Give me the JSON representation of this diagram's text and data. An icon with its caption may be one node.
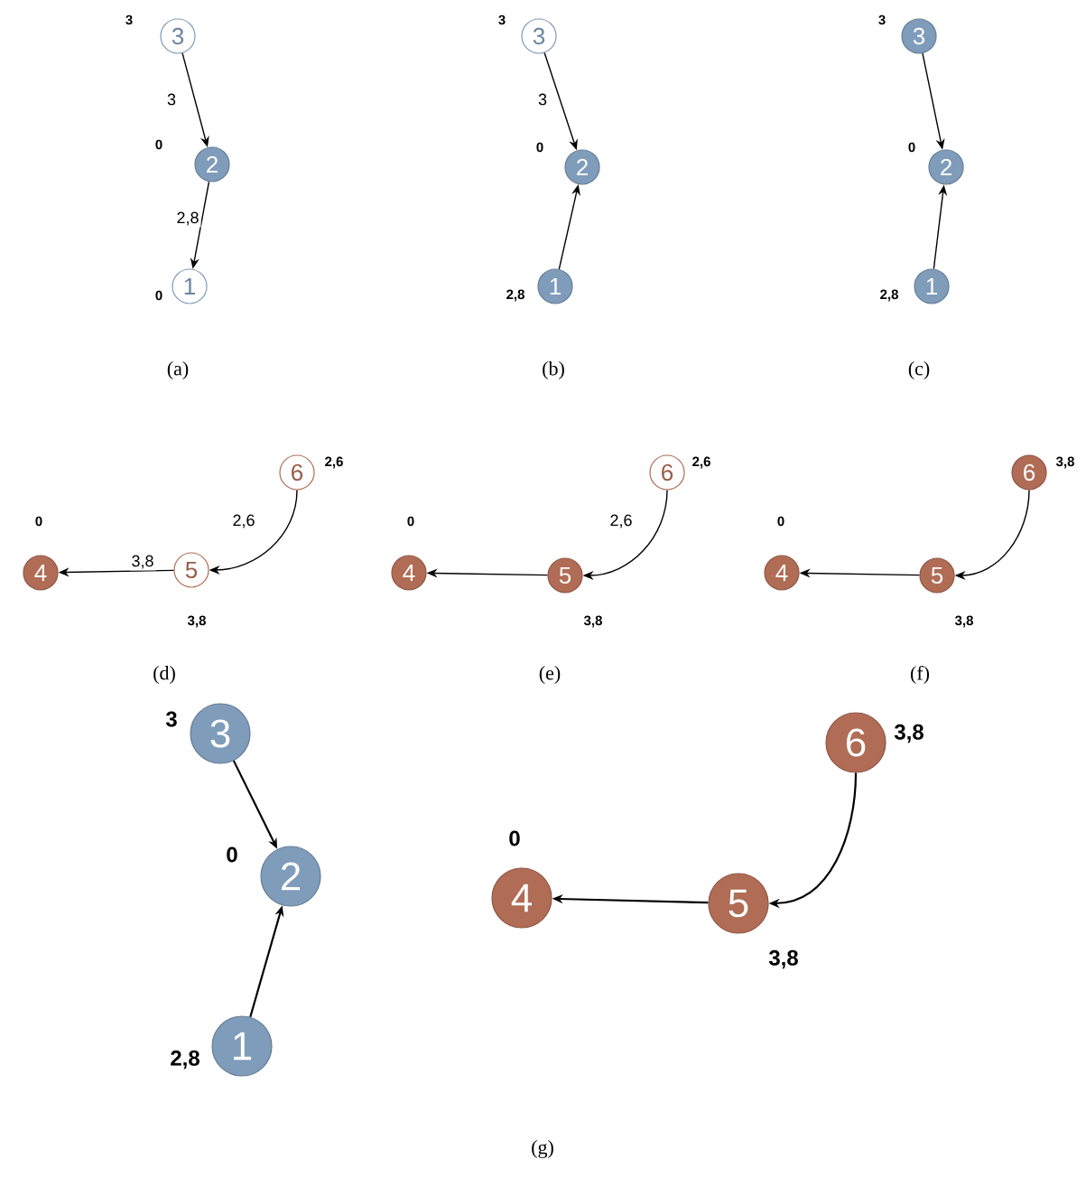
{
  "diagram": {
    "nodes": [
      {
        "text": [
          "3"
        ],
        "beside": [
          "3"
        ]
      },
      {
        "text": [
          "2"
        ],
        "beside": [
          "0"
        ]
      },
      {
        "text": [
          "1"
        ],
        "beside": [
          "0"
        ]
      },
      {
        "text": [
          "3"
        ],
        "beside": [
          "3"
        ]
      },
      {
        "text": [
          "2"
        ],
        "beside": [
          "0"
        ]
      },
      {
        "text": [
          "1"
        ],
        "beside": [
          "2,8"
        ]
      },
      {
        "text": [
          "3"
        ],
        "beside": [
          "3"
        ]
      },
      {
        "text": [
          "2"
        ],
        "beside": [
          "0"
        ]
      },
      {
        "text": [
          "1"
        ],
        "beside": [
          "2,8"
        ]
      },
      {
        "text": [
          "6"
        ],
        "beside": [
          "2,6"
        ]
      },
      {
        "text": [
          "5"
        ],
        "beside": [
          "3,8"
        ]
      },
      {
        "text": [
          "4"
        ],
        "beside": [
          "0"
        ]
      },
      {
        "text": [
          "6"
        ],
        "beside": [
          "2,6"
        ]
      },
      {
        "text": [
          "5"
        ],
        "beside": [
          "3,8"
        ]
      },
      {
        "text": [
          "4"
        ],
        "beside": [
          "0"
        ]
      },
      {
        "text": [
          "6"
        ],
        "beside": [
          "3,8"
        ]
      },
      {
        "text": [
          "5"
        ],
        "beside": [
          "3,8"
        ]
      },
      {
        "text": [
          "4"
        ],
        "beside": [
          "0"
        ]
      },
      {
        "text": [
          "3"
        ],
        "beside": [
          "3"
        ]
      },
      {
        "text": [
          "2"
        ],
        "beside": [
          "0"
        ]
      },
      {
        "text": [
          "1"
        ],
        "beside": [
          "2,8"
        ]
      },
      {
        "text": [
          "6"
        ],
        "beside": [
          "3,8"
        ]
      },
      {
        "text": [
          "5"
        ],
        "beside": [
          "3,8"
        ]
      },
      {
        "text": [
          "4"
        ],
        "beside": [
          "0"
        ]
      }
    ],
    "edges": [
      {
        "from": 0,
        "to": 1,
        "arrow": "to",
        "label": "3"
      },
      {
        "from": 1,
        "to": 2,
        "arrow": "to",
        "label": "2,8"
      },
      {
        "from": 3,
        "to": 4,
        "arrow": "to",
        "label": "3"
      },
      {
        "from": 5,
        "to": 4,
        "arrow": "to"
      },
      {
        "from": 6,
        "to": 7,
        "arrow": "to"
      },
      {
        "from": 8,
        "to": 7,
        "arrow": "to"
      },
      {
        "from": 9,
        "to": 10,
        "arrow": "to",
        "label": "2,6"
      },
      {
        "from": 10,
        "to": 11,
        "arrow": "to",
        "label": "3,8"
      },
      {
        "from": 12,
        "to": 13,
        "arrow": "to",
        "label": "2,6"
      },
      {
        "from": 13,
        "to": 14,
        "arrow": "to"
      },
      {
        "from": 15,
        "to": 16,
        "arrow": "to"
      },
      {
        "from": 16,
        "to": 17,
        "arrow": "to"
      },
      {
        "from": 18,
        "to": 19,
        "arrow": "to"
      },
      {
        "from": 20,
        "to": 19,
        "arrow": "to"
      },
      {
        "from": 21,
        "to": 22,
        "arrow": "to"
      },
      {
        "from": 22,
        "to": 23,
        "arrow": "to"
      }
    ],
    "labels": [
      "(a)",
      "(b)",
      "(c)",
      "(d)",
      "(e)",
      "(f)",
      "(g)"
    ]
  }
}
